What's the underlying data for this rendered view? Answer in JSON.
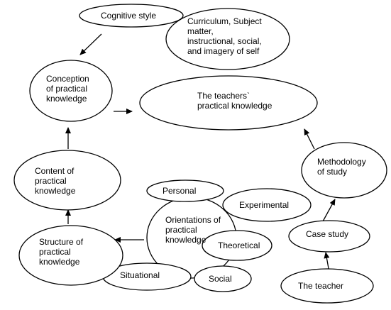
{
  "nodes": {
    "cognitive_style": "Cognitive style",
    "curriculum": "Curriculum, Subject\nmatter,\ninstructional, social,\nand imagery of self",
    "conception": "Conception\nof practical\nknowledge",
    "teachers_knowledge": "The teachers`\npractical  knowledge",
    "content": "Content of\npractical\nknowledge",
    "methodology": "Methodology\nof study",
    "personal": "Personal",
    "experimental": "Experimental",
    "orientations": "Orientations of\npractical\nknowledge",
    "theoretical": "Theoretical",
    "case_study": "Case study",
    "structure": "Structure of\npractical\nknowledge",
    "situational": "Situational",
    "social": "Social",
    "the_teacher": "The teacher"
  }
}
